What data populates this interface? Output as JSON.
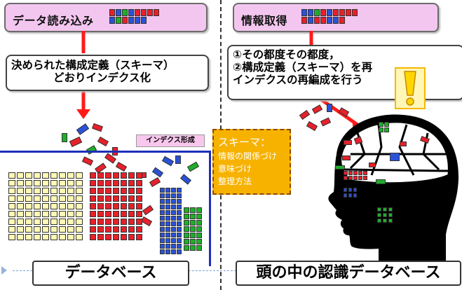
{
  "left": {
    "input_box": "データ読み込み",
    "process_box": [
      "決められた構成定義（スキーマ）",
      "どおりインデクス化"
    ],
    "index_tag": "インデクス形成",
    "db_title": "データベース"
  },
  "right": {
    "input_box": "情報取得",
    "process_box": [
      "①その都度その都度，",
      "②構成定義（スキーマ）を再",
      "インデクスの再編成を行う"
    ],
    "db_title": "頭の中の認識データベース"
  },
  "schema_box": {
    "title": "スキーマ：",
    "lines": [
      "情報の関係づけ",
      "意味づけ",
      "整理方法"
    ]
  },
  "colors": {
    "red": "#e8202a",
    "blue": "#2a52d8",
    "green": "#1fae2a",
    "yellow": "#fff9b4",
    "pink_box": "#f3c6ef",
    "schema_orange": "#f7b200",
    "arrow_red": "#ff1a1a",
    "baseline_blue": "#1c2fb8",
    "exclamation_yellow": "#ffd600"
  },
  "icons": [
    "exclamation-icon",
    "head-silhouette"
  ]
}
